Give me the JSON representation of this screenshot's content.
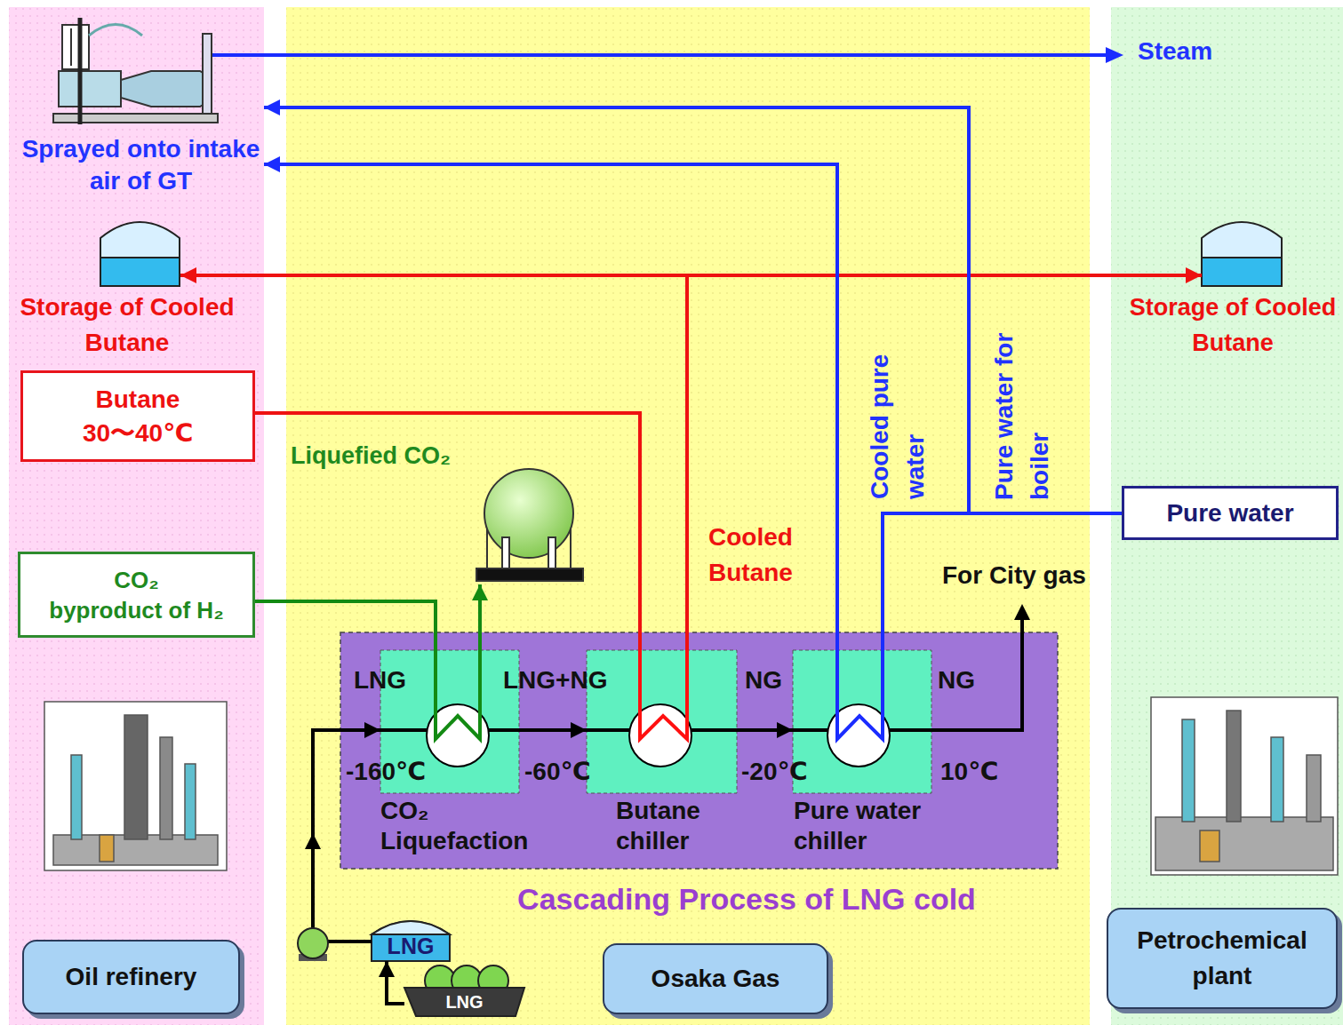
{
  "diagram": {
    "nodes": [
      {
        "text": [
          "Sprayed onto intake air of GT"
        ]
      },
      {
        "text": [
          "Storage of Cooled Butane"
        ]
      },
      {
        "text": [
          "Butane",
          "30〜40℃"
        ]
      },
      {
        "text": [
          "CO₂",
          "byproduct of H₂"
        ]
      },
      {
        "text": [
          "Liquefied CO₂"
        ]
      },
      {
        "text": [
          "Pure water"
        ]
      },
      {
        "text": [
          "Storage of Cooled Butane"
        ]
      },
      {
        "text": [
          "Cascading Process of LNG cold"
        ]
      },
      {
        "text": [
          "CO₂ Liquefaction"
        ],
        "in": 7
      },
      {
        "text": [
          "Butane chiller"
        ],
        "in": 7
      },
      {
        "text": [
          "Pure water chiller"
        ],
        "in": 7
      },
      {
        "text": [
          "LNG"
        ]
      },
      {
        "text": [
          "LNG"
        ]
      },
      {
        "text": [
          "Oil refinery"
        ]
      },
      {
        "text": [
          "Osaka Gas"
        ]
      },
      {
        "text": [
          "Petrochemical plant"
        ]
      }
    ],
    "edges": [
      {
        "from": 2,
        "to": 9,
        "arrow": "none"
      },
      {
        "from": 9,
        "to": 1,
        "arrow": "to",
        "label": "Cooled Butane"
      },
      {
        "from": 9,
        "to": 6,
        "arrow": "to"
      },
      {
        "from": 3,
        "to": 8,
        "arrow": "none"
      },
      {
        "from": 8,
        "to": 4,
        "arrow": "to"
      },
      {
        "from": 5,
        "to": 10,
        "arrow": "none"
      },
      {
        "from": 10,
        "to": 0,
        "arrow": "to",
        "label": "Cooled pure water"
      },
      {
        "from": 5,
        "to": 0,
        "arrow": "to",
        "label": "Pure water for boiler"
      },
      {
        "from": 11,
        "to": 8,
        "arrow": "to"
      },
      {
        "from": 8,
        "to": 9,
        "arrow": "to"
      },
      {
        "from": 9,
        "to": 10,
        "arrow": "to"
      },
      {
        "from": 12,
        "to": 11,
        "arrow": "to"
      }
    ],
    "labels": [
      "Steam",
      "LNG",
      "LNG+NG",
      "NG",
      "NG",
      "-160℃",
      "-60℃",
      "-20℃",
      "10℃",
      "For City gas"
    ]
  }
}
